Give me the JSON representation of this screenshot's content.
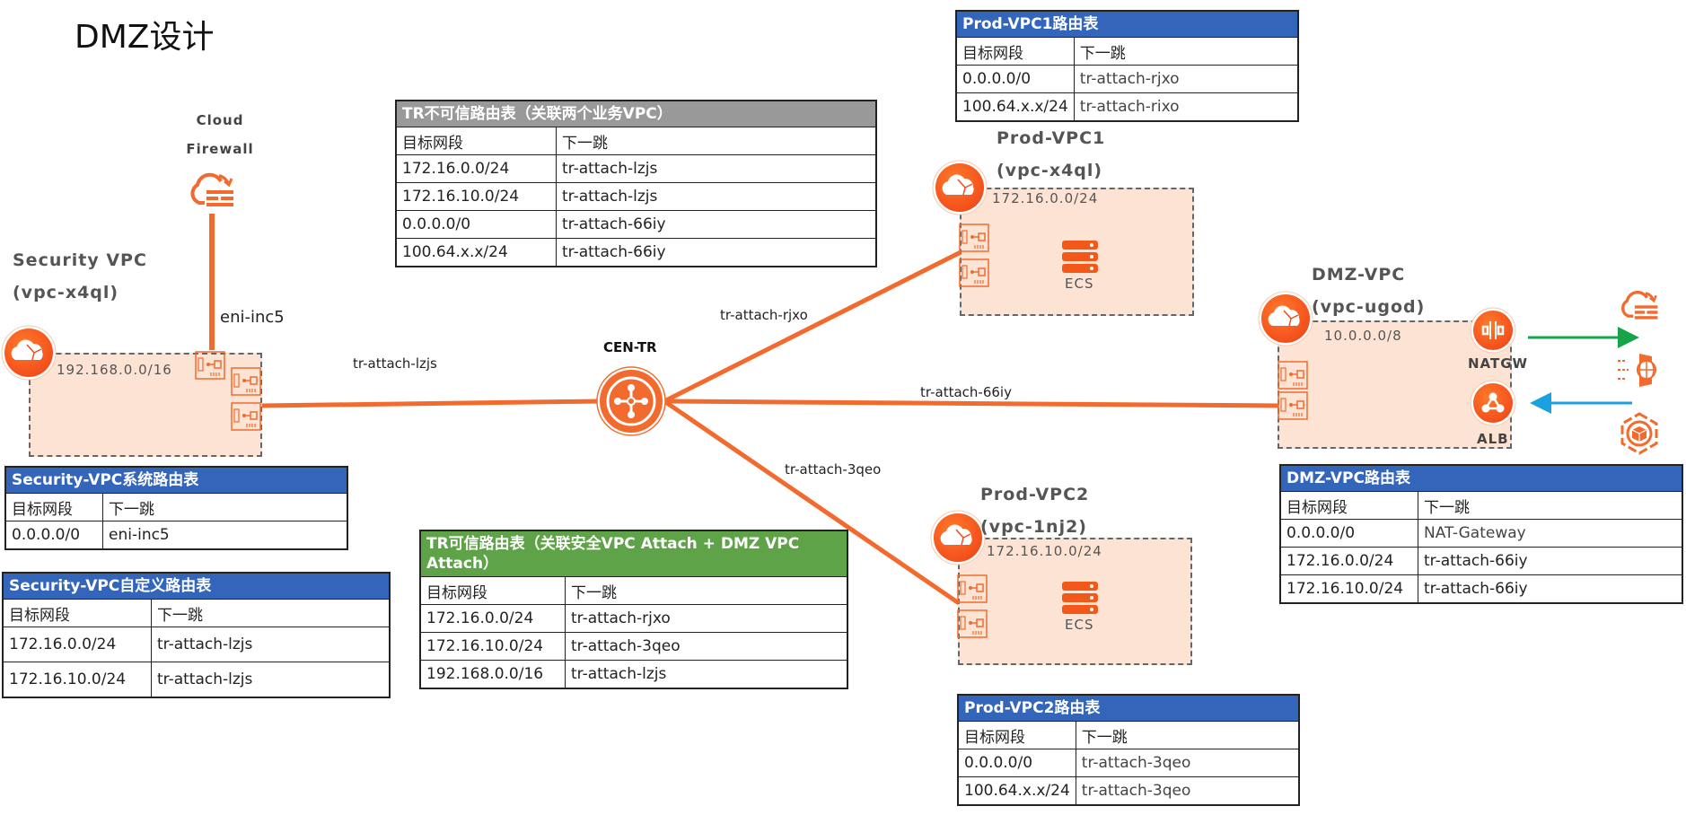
{
  "title": "DMZ设计",
  "colors": {
    "accent": "#f26a2e",
    "vpc_fill": "#fde3d3",
    "header_blue": "#3366bb",
    "header_gray": "#999999",
    "header_green": "#5fa348",
    "arrow_out": "#16a34a",
    "arrow_in": "#1ba1e2"
  },
  "cloud_firewall": {
    "label_line1": "Cloud",
    "label_line2": "Firewall",
    "icon": "cloud-firewall-icon"
  },
  "cen_tr": {
    "label": "CEN-TR",
    "icon": "transit-router-icon"
  },
  "security_vpc": {
    "name": "Security VPC",
    "id": "(vpc-x4ql)",
    "cidr": "192.168.0.0/16",
    "eni_label": "eni-inc5"
  },
  "prod_vpc1": {
    "name": "Prod-VPC1",
    "id": "(vpc-x4ql)",
    "cidr": "172.16.0.0/24",
    "service": "ECS"
  },
  "prod_vpc2": {
    "name": "Prod-VPC2",
    "id": "(vpc-1nj2)",
    "cidr": "172.16.10.0/24",
    "service": "ECS"
  },
  "dmz_vpc": {
    "name": "DMZ-VPC",
    "id": "(vpc-ugod)",
    "cidr": "10.0.0.0/8",
    "natgw_label": "NATGW",
    "alb_label": "ALB"
  },
  "edges": {
    "lzjs": "tr-attach-lzjs",
    "rjxo": "tr-attach-rjxo",
    "iy66": "tr-attach-66iy",
    "qeo3": "tr-attach-3qeo"
  },
  "external_icons": [
    "cloud-firewall-icon",
    "waf-icon",
    "cube-icon"
  ],
  "tables": {
    "security_sys": {
      "title": "Security-VPC系统路由表",
      "col1": "目标网段",
      "col2": "下一跳",
      "rows": [
        [
          "0.0.0.0/0",
          "eni-inc5"
        ]
      ]
    },
    "security_custom": {
      "title": "Security-VPC自定义路由表",
      "col1": "目标网段",
      "col2": "下一跳",
      "rows": [
        [
          "172.16.0.0/24",
          "tr-attach-lzjs"
        ],
        [
          "172.16.10.0/24",
          "tr-attach-lzjs"
        ]
      ]
    },
    "tr_untrusted": {
      "title": "TR不可信路由表（关联两个业务VPC）",
      "col1": "目标网段",
      "col2": "下一跳",
      "rows": [
        [
          "172.16.0.0/24",
          "tr-attach-lzjs"
        ],
        [
          "172.16.10.0/24",
          "tr-attach-lzjs"
        ],
        [
          "0.0.0.0/0",
          "tr-attach-66iy"
        ],
        [
          "100.64.x.x/24",
          "tr-attach-66iy"
        ]
      ]
    },
    "tr_trusted": {
      "title": "TR可信路由表（关联安全VPC Attach + DMZ VPC Attach）",
      "col1": "目标网段",
      "col2": "下一跳",
      "rows": [
        [
          "172.16.0.0/24",
          "tr-attach-rjxo"
        ],
        [
          "172.16.10.0/24",
          "tr-attach-3qeo"
        ],
        [
          "192.168.0.0/16",
          "tr-attach-lzjs"
        ]
      ]
    },
    "prod1": {
      "title": "Prod-VPC1路由表",
      "col1": "目标网段",
      "col2": "下一跳",
      "rows": [
        [
          "0.0.0.0/0",
          "tr-attach-rjxo"
        ],
        [
          "100.64.x.x/24",
          "tr-attach-rixo"
        ]
      ]
    },
    "prod2": {
      "title": "Prod-VPC2路由表",
      "col1": "目标网段",
      "col2": "下一跳",
      "rows": [
        [
          "0.0.0.0/0",
          "tr-attach-3qeo"
        ],
        [
          "100.64.x.x/24",
          "tr-attach-3qeo"
        ]
      ]
    },
    "dmz": {
      "title": "DMZ-VPC路由表",
      "col1": "目标网段",
      "col2": "下一跳",
      "rows": [
        [
          "0.0.0.0/0",
          "NAT-Gateway"
        ],
        [
          "172.16.0.0/24",
          "tr-attach-66iy"
        ],
        [
          "172.16.10.0/24",
          "tr-attach-66iy"
        ]
      ]
    }
  }
}
